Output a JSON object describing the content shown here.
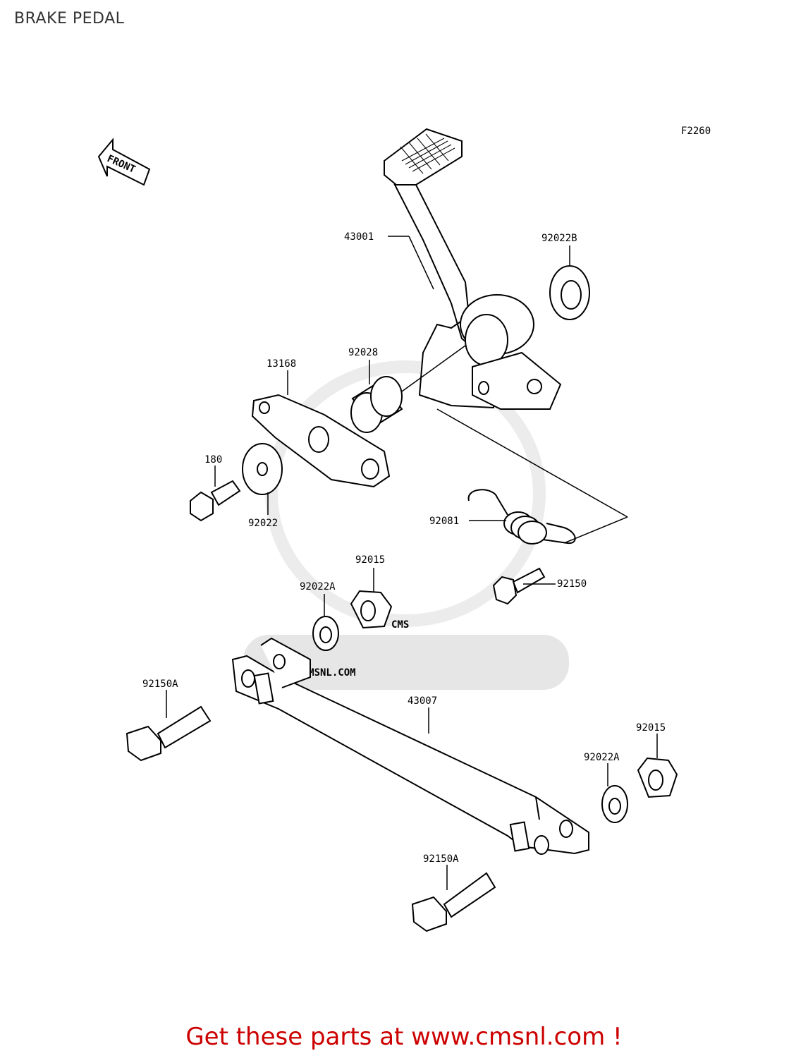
{
  "header": {
    "title": "BRAKE PEDAL"
  },
  "diagram": {
    "figure_code": "F2260",
    "front_label": "FRONT",
    "callouts": {
      "p43001": "43001",
      "p92022B": "92022B",
      "p92028": "92028",
      "p13168": "13168",
      "p180": "180",
      "p92022": "92022",
      "p92081": "92081",
      "p92015_top": "92015",
      "p92022A_top": "92022A",
      "p92150": "92150",
      "p92150A_left": "92150A",
      "p43007": "43007",
      "p92015_right": "92015",
      "p92022A_right": "92022A",
      "p92150A_bottom": "92150A"
    }
  },
  "watermark": {
    "url": "WWW.CMSNL.COM",
    "brand": "CMS"
  },
  "footer": {
    "link_text": "Get these parts at www.cmsnl.com !"
  },
  "colors": {
    "line": "#000000",
    "watermark": "#e6e6e6",
    "footer": "#cc0000",
    "title": "#333333"
  }
}
